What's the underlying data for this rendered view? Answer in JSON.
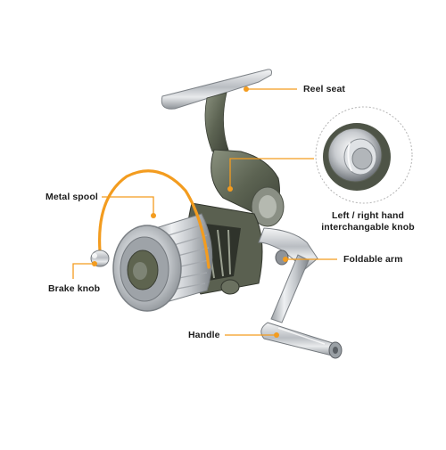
{
  "colors": {
    "accent": "#f39c1f",
    "body_green": "#5f6655",
    "chrome": "#c9ccd0"
  },
  "labels": {
    "reel_seat": "Reel seat",
    "metal_spool": "Metal spool",
    "lr_knob_line1": "Left / right hand",
    "lr_knob_line2": "interchangable knob",
    "foldable_arm": "Foldable arm",
    "brake_knob": "Brake knob",
    "handle": "Handle"
  }
}
